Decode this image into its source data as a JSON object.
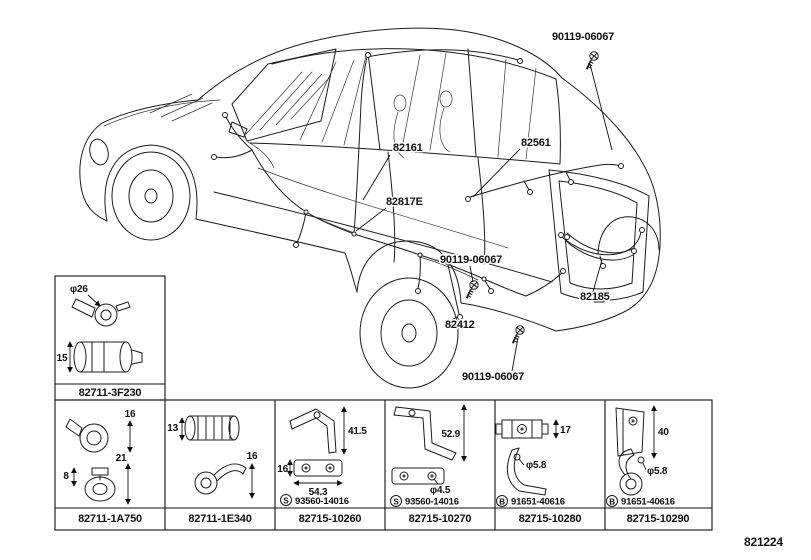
{
  "colors": {
    "ink": "#1c1c1c",
    "background": "#ffffff"
  },
  "diagram_number": "821224",
  "callouts": {
    "screw_top": "90119-06067",
    "wire_roof": "82161",
    "wire_quarter": "82561",
    "connector_e": "82817E",
    "screw_mid": "90119-06067",
    "wire_back_door": "82185",
    "wire_floor": "82412",
    "screw_bottom": "90119-06067"
  },
  "left_box": {
    "part_number": "82711-3F230",
    "dim_diameter": "φ26",
    "dim_length": "15"
  },
  "boxes": [
    {
      "part_number": "82711-1A750",
      "dim_a": "16",
      "dim_b": "21",
      "dim_c": "8"
    },
    {
      "part_number": "82711-1E340",
      "dim_a": "13",
      "dim_b": "16"
    },
    {
      "part_number": "82715-10260",
      "dim_a": "41.5",
      "dim_b": "16",
      "dim_c": "54.3",
      "fastener_symbol": "S",
      "fastener_number": "93560-14016"
    },
    {
      "part_number": "82715-10270",
      "dim_a": "52.9",
      "dim_b": "φ4.5",
      "fastener_symbol": "S",
      "fastener_number": "93560-14016"
    },
    {
      "part_number": "82715-10280",
      "dim_a": "17",
      "dim_b": "φ5.8",
      "fastener_symbol": "B",
      "fastener_number": "91651-40616"
    },
    {
      "part_number": "82715-10290",
      "dim_a": "40",
      "dim_b": "φ5.8",
      "fastener_symbol": "B",
      "fastener_number": "91651-40616"
    }
  ]
}
